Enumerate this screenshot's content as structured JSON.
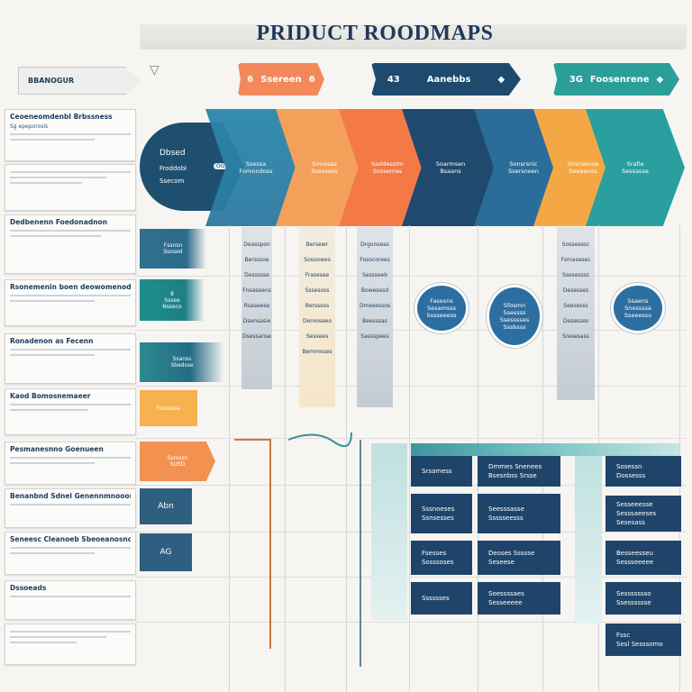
{
  "title": "PRIDUCT   ROODMAPS",
  "header": {
    "left_tab": "BBANOGUR",
    "pills": [
      {
        "icon": "6",
        "label": "Ssereen",
        "suffix": "6",
        "color": "#f2895a"
      },
      {
        "icon": "43",
        "label": "Aanebbs",
        "suffix": "◆",
        "color": "#1f4a6e"
      },
      {
        "icon": "3G",
        "label": "Foosenrene",
        "suffix": "◆",
        "color": "#2b9e9a"
      }
    ]
  },
  "phases": [
    {
      "lines": [
        "Dbsed",
        "Froddobl",
        "Ssecom"
      ],
      "badge": "OG",
      "color": "#1f4f6f"
    },
    {
      "lines": [
        "Ssessa",
        "Fomnndoss"
      ],
      "color": "#2d7aa0"
    },
    {
      "lines": [
        "Srmesas",
        "Ssexsess"
      ],
      "color": "#f4a05a"
    },
    {
      "lines": [
        "Saddesstm",
        "Sossemas"
      ],
      "color": "#f37a47"
    },
    {
      "lines": [
        "Soarmsen",
        "Bsaans"
      ],
      "color": "#1f4a6e"
    },
    {
      "lines": [
        "Sonsrsnic",
        "Ssersneen"
      ],
      "color": "#2b6d99"
    },
    {
      "lines": [
        "Smirsenoe",
        "Seoaauss"
      ],
      "color": "#f4a845"
    },
    {
      "lines": [
        "Srafie",
        "Sessasse"
      ],
      "color": "#2a9fa0"
    }
  ],
  "rows": [
    {
      "title": "Ceoeneomdenbl Brbssness",
      "sub": "Sg epeporosls"
    },
    {
      "title": "Dedbenenn Foedonadnon",
      "sub": ""
    },
    {
      "title": "Rsonemenin boen deowomenod",
      "sub": ""
    },
    {
      "title": "Ronadenon as Fecenn",
      "sub": ""
    },
    {
      "title": "Kaod Bomosnemaeer",
      "sub": ""
    },
    {
      "title": "Pesmanesnno Goenueen",
      "sub": ""
    },
    {
      "title": "Benanbnd Sdnel Genennmnooon",
      "sub": ""
    },
    {
      "title": "Seneesc Cleanoeb Sbeoeanosnon",
      "sub": ""
    },
    {
      "title": "Dssoeads",
      "sub": ""
    }
  ],
  "mid_cards": [
    {
      "lines": [
        "Fssnsn",
        "Ssosed"
      ]
    },
    {
      "lines": [
        "8",
        "Sssee",
        "Nsseco"
      ]
    },
    {
      "lines": [
        "Ssanss",
        "Sbedsse"
      ]
    },
    {
      "lines": [
        "Fosssssa"
      ]
    },
    {
      "lines": [
        "Ssrossn",
        "SUSD"
      ]
    },
    {
      "lines": [
        "Abn"
      ]
    },
    {
      "lines": [
        "AG"
      ]
    }
  ],
  "col_strips": [
    [
      "Deasspon",
      "Bersssoe",
      "Dessssse",
      "Fnsaseens",
      "Rsaseese",
      "Dsensasie",
      "Dsessanse"
    ],
    [
      "Bersewr",
      "Sosoowes",
      "Frasesee",
      "Sssesoss",
      "Berssess",
      "Demoseeo",
      "Sessees",
      "Bemmoses"
    ],
    [
      "Drgooseas",
      "Fosocorees",
      "Sessseeb",
      "Bowesesd",
      "Dmesessos",
      "Beesssas",
      "Sassspees"
    ],
    [
      "Sossesesc",
      "Fsmasesec",
      "Ssesessss",
      "Desesses",
      "Seesesss",
      "Desesses",
      "Sresesass"
    ]
  ],
  "ovals": [
    {
      "lines": [
        "Fasesns",
        "Sesamsss",
        "Sssseeess"
      ]
    },
    {
      "lines": [
        "Sfosmn",
        "Ssessss",
        "Ssesssses",
        "Sssbsss"
      ]
    },
    {
      "lines": [
        "Ssaens",
        "Snessssa",
        "Sseeesso"
      ]
    }
  ],
  "task_boxes": [
    {
      "lines": [
        "Srsamess"
      ]
    },
    {
      "lines": [
        "Dmmes Snenees",
        "Bsesnbss Srsse"
      ]
    },
    {
      "lines": [
        "Sosessn",
        "Dossesss"
      ]
    },
    {
      "lines": [
        "Sssnoeses",
        "Ssnsesses"
      ]
    },
    {
      "lines": [
        "Seesssasse",
        "Ssssseesss"
      ]
    },
    {
      "lines": [
        "Sesseeesse",
        "Sesssaeeses",
        "Sesesass"
      ]
    },
    {
      "lines": [
        "Fsesses",
        "Sosssoses"
      ]
    },
    {
      "lines": [
        "Deoses Ssssse",
        "Seseese"
      ]
    },
    {
      "lines": [
        "Besseesseu",
        "Sessseeeee"
      ]
    },
    {
      "lines": [
        "Sssssses"
      ]
    },
    {
      "lines": [
        "Soessssaes",
        "Sesseeeee"
      ]
    },
    {
      "lines": [
        "Sessssssso",
        "Ssesssssse"
      ]
    },
    {
      "lines": [
        "Fssc",
        "Sesl Sesssomo"
      ]
    }
  ]
}
